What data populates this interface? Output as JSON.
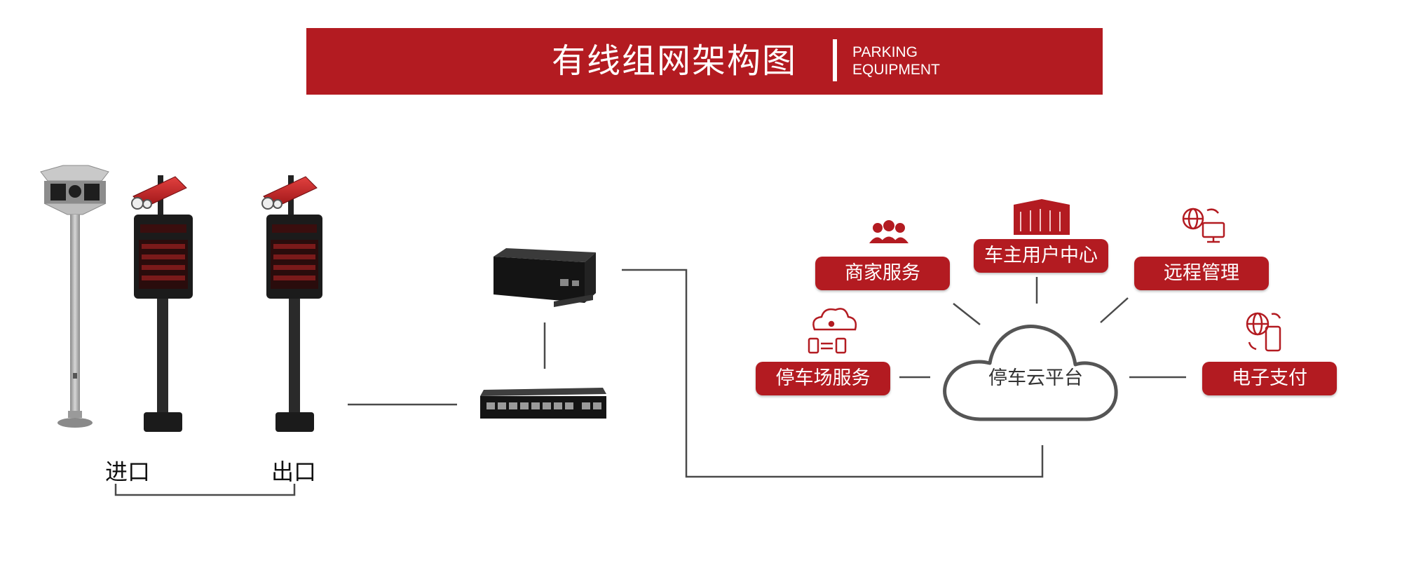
{
  "header": {
    "title": "有线组网架构图",
    "subtitle_line1": "PARKING",
    "subtitle_line2": "EQUIPMENT"
  },
  "labels": {
    "entrance": "进口",
    "exit": "出口"
  },
  "cloud": {
    "label": "停车云平台"
  },
  "services": {
    "merchant": "商家服务",
    "owner_center": "车主用户中心",
    "remote_management": "远程管理",
    "parking_service": "停车场服务",
    "electronic_payment": "电子支付"
  },
  "colors": {
    "brand_red": "#b31b21",
    "line_gray": "#4a4a4a",
    "cloud_stroke": "#555555"
  }
}
